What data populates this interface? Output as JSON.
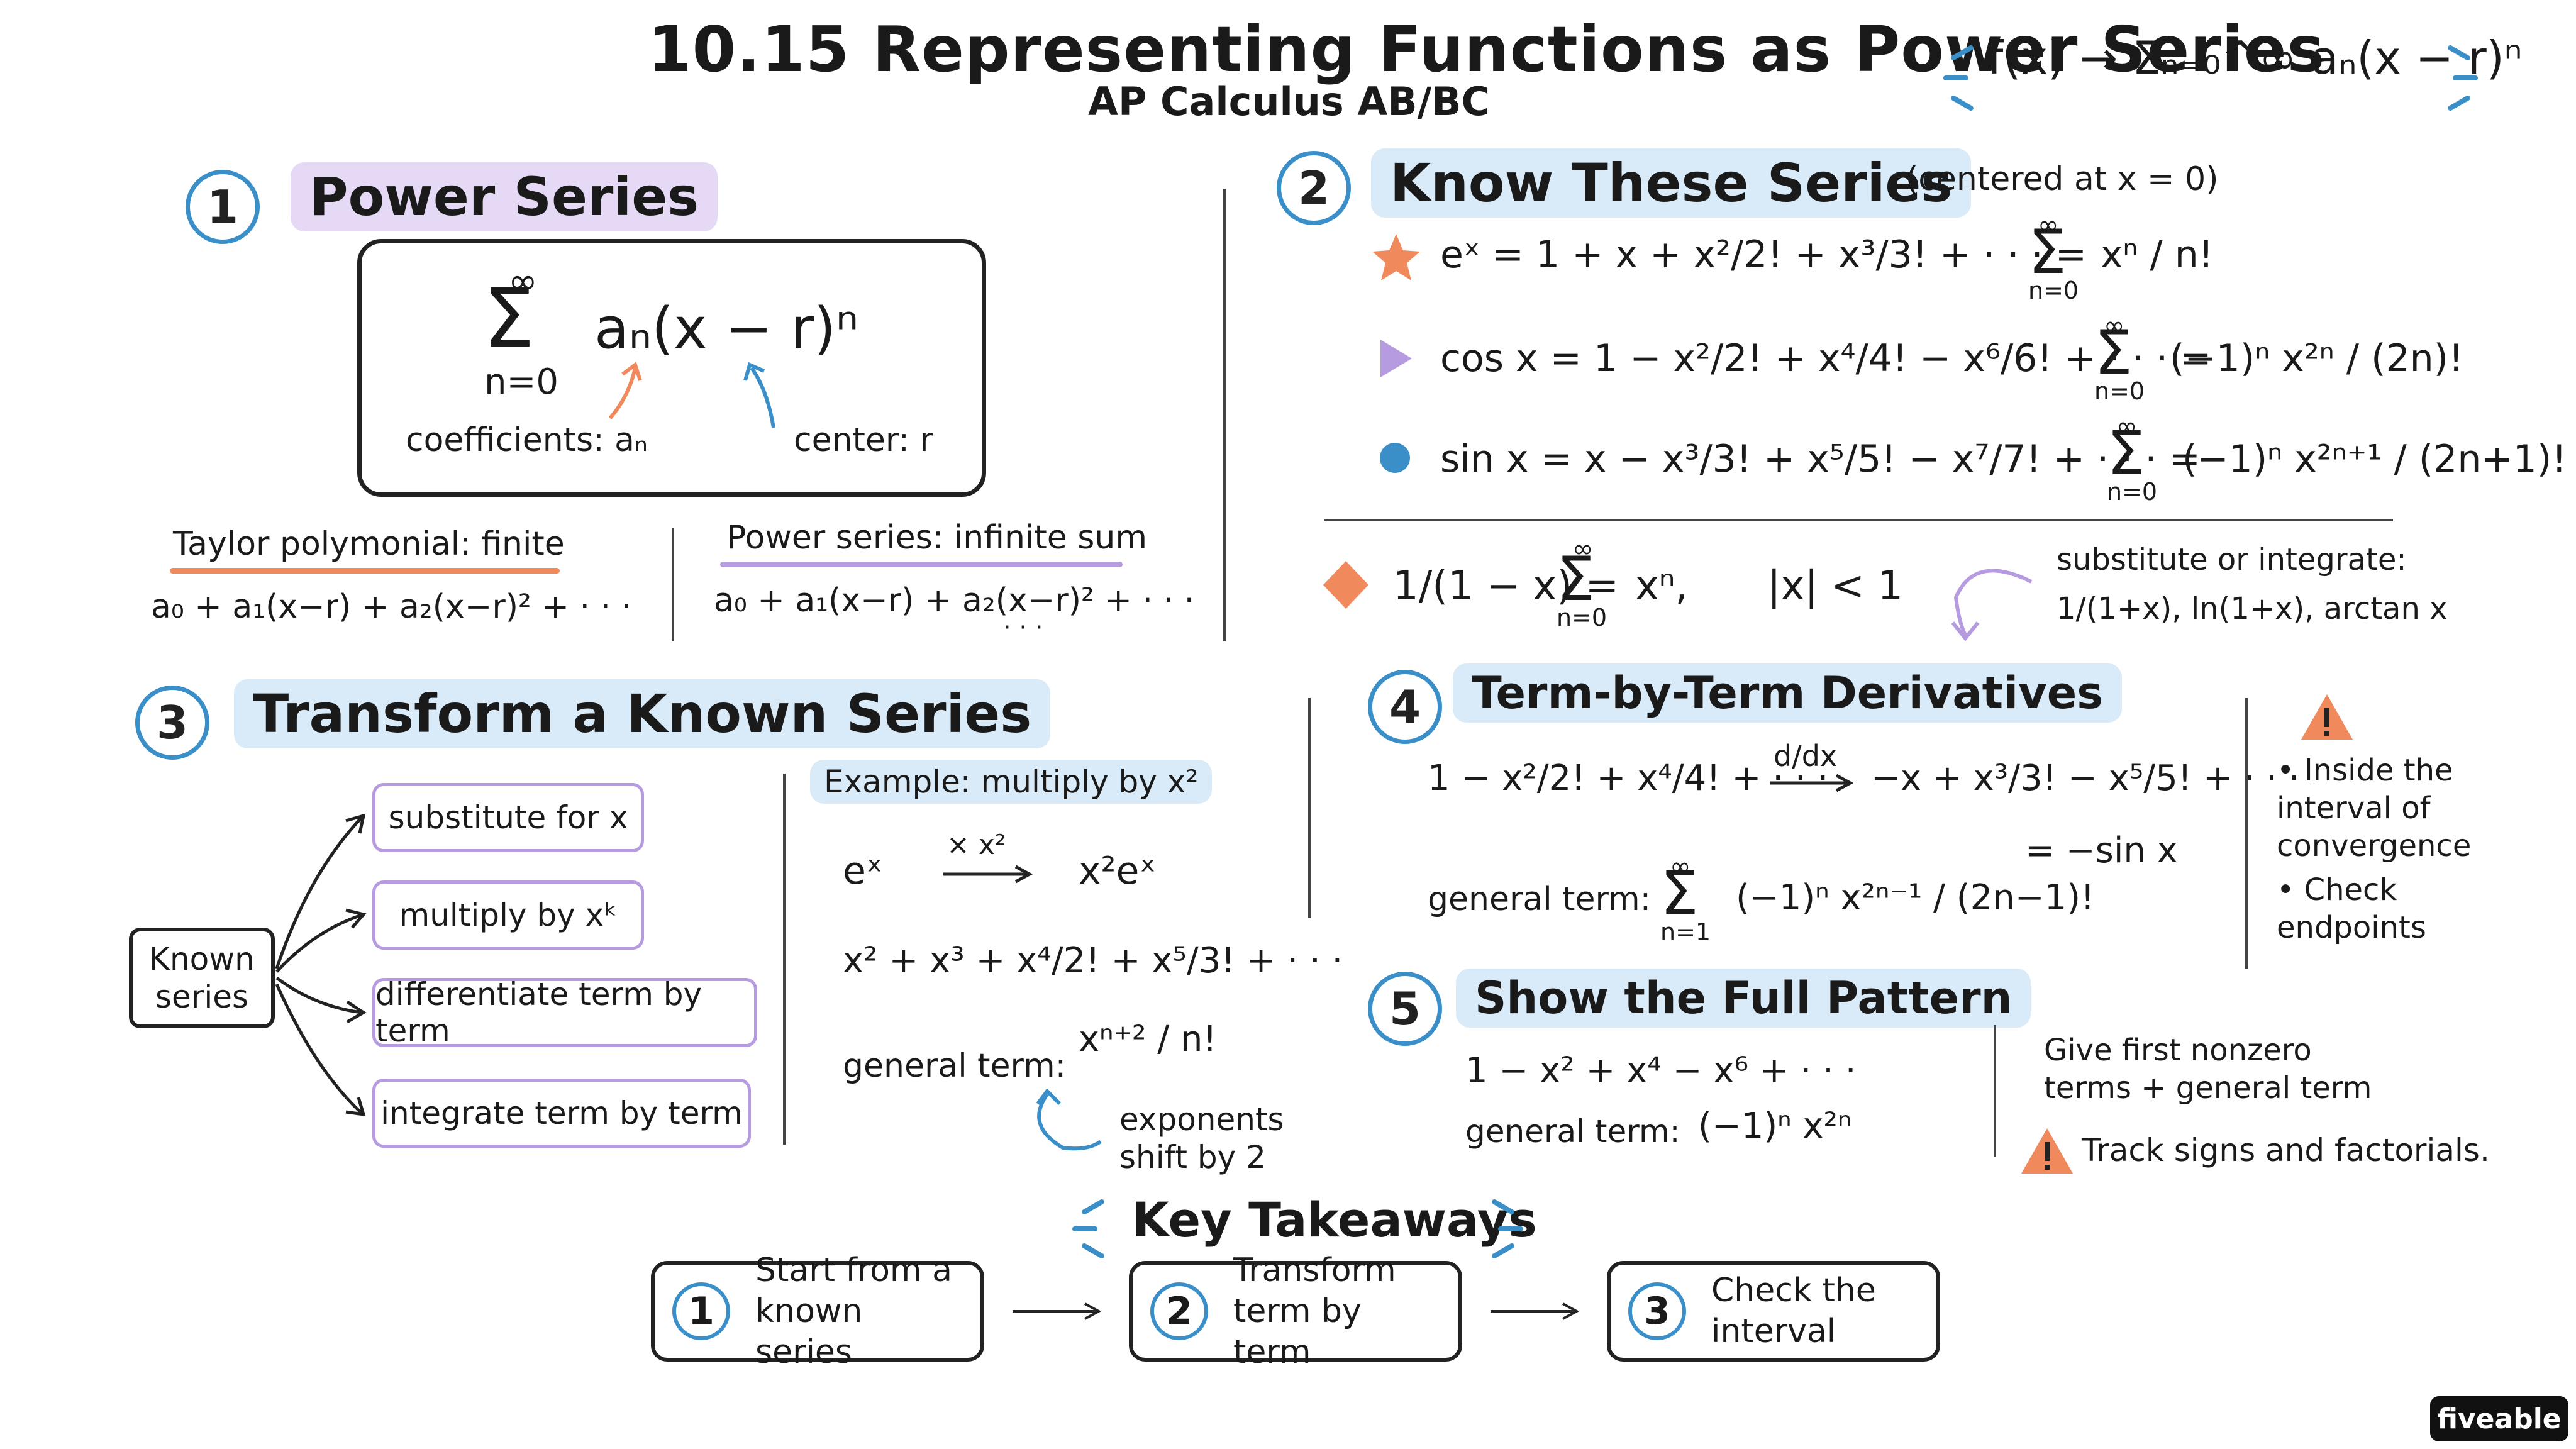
{
  "header": {
    "title": "10.15 Representing Functions as Power Series",
    "subtitle": "AP Calculus AB/BC",
    "formula": "f(x) → Σₙ₌₀^∞ aₙ(x − r)ⁿ"
  },
  "section1": {
    "number": "1",
    "title": "Power Series",
    "sum_formula": "aₙ(x − r)ⁿ",
    "sum_lower": "n=0",
    "sum_upper": "∞",
    "label_coefficients": "coefficients: aₙ",
    "label_center": "center: r",
    "taylor_label": "Taylor polymonial: finite",
    "taylor_expr": "a₀ + a₁(x−r) + a₂(x−r)² + · · ·",
    "power_label": "Power series: infinite sum",
    "power_expr": "a₀ + a₁(x−r) + a₂(x−r)² + · · ·",
    "power_dots": "· · ·"
  },
  "section2": {
    "number": "2",
    "title": "Know These Series",
    "note": "(centered at x = 0)",
    "series": [
      {
        "lhs": "eˣ = 1 + x + x²/2! + x³/3! + · · · =",
        "rhs": "xⁿ / n!"
      },
      {
        "lhs": "cos x = 1 − x²/2! + x⁴/4! − x⁶/6! + · · · =",
        "rhs": "(−1)ⁿ x²ⁿ / (2n)!"
      },
      {
        "lhs": "sin x = x − x³/3! + x⁵/5! − x⁷/7! + · · · =",
        "rhs": "(−1)ⁿ x²ⁿ⁺¹ / (2n+1)!"
      }
    ],
    "sum_lower": "n=0",
    "sum_upper": "∞",
    "geometric": "1/(1 − x) =",
    "geometric_rhs": "xⁿ,",
    "geometric_cond": "|x| < 1",
    "sub_label": "substitute or integrate:",
    "sub_items": "1/(1+x),  ln(1+x),  arctan x"
  },
  "section3": {
    "number": "3",
    "title": "Transform a Known Series",
    "known": "Known series",
    "options": [
      "substitute for x",
      "multiply by xᵏ",
      "differentiate term by term",
      "integrate term by term"
    ],
    "example_label": "Example: multiply by x²",
    "ex_line1_left": "eˣ",
    "ex_line1_op": "× x²",
    "ex_line1_right": "x²eˣ",
    "ex_line2": "x² + x³ + x⁴/2! + x⁵/3! + · · ·",
    "general_label": "general term:",
    "general_term": "xⁿ⁺² / n!",
    "shift_note": "exponents shift by 2"
  },
  "section4": {
    "number": "4",
    "title": "Term-by-Term Derivatives",
    "lhs": "1 − x²/2! + x⁴/4! + · · ·",
    "op": "d/dx",
    "rhs": "−x + x³/3! − x⁵/5! + · · ·",
    "result": "= −sin x",
    "general_label": "general term:",
    "general_term": "(−1)ⁿ x²ⁿ⁻¹ / (2n−1)!",
    "sum_lower": "n=1",
    "sum_upper": "∞",
    "warn_items": [
      "Inside the interval of convergence",
      "Check endpoints"
    ]
  },
  "section5": {
    "number": "5",
    "title": "Show the Full Pattern",
    "pattern": "1 − x² + x⁴ − x⁶ + · · ·",
    "general_label": "general term:",
    "general_term": "(−1)ⁿ x²ⁿ",
    "tip": "Give first nonzero terms + general term",
    "warn": "Track signs and factorials."
  },
  "takeaways": {
    "title": "Key Takeaways",
    "items": [
      {
        "num": "1",
        "text": "Start from a known series"
      },
      {
        "num": "2",
        "text": "Transform term by term"
      },
      {
        "num": "3",
        "text": "Check the interval"
      }
    ]
  },
  "brand": "fiveable",
  "colors": {
    "accent_blue": "#3a8fc9",
    "accent_orange": "#f08a5d",
    "accent_purple": "#b79be0",
    "warning": "#f08a5d"
  }
}
